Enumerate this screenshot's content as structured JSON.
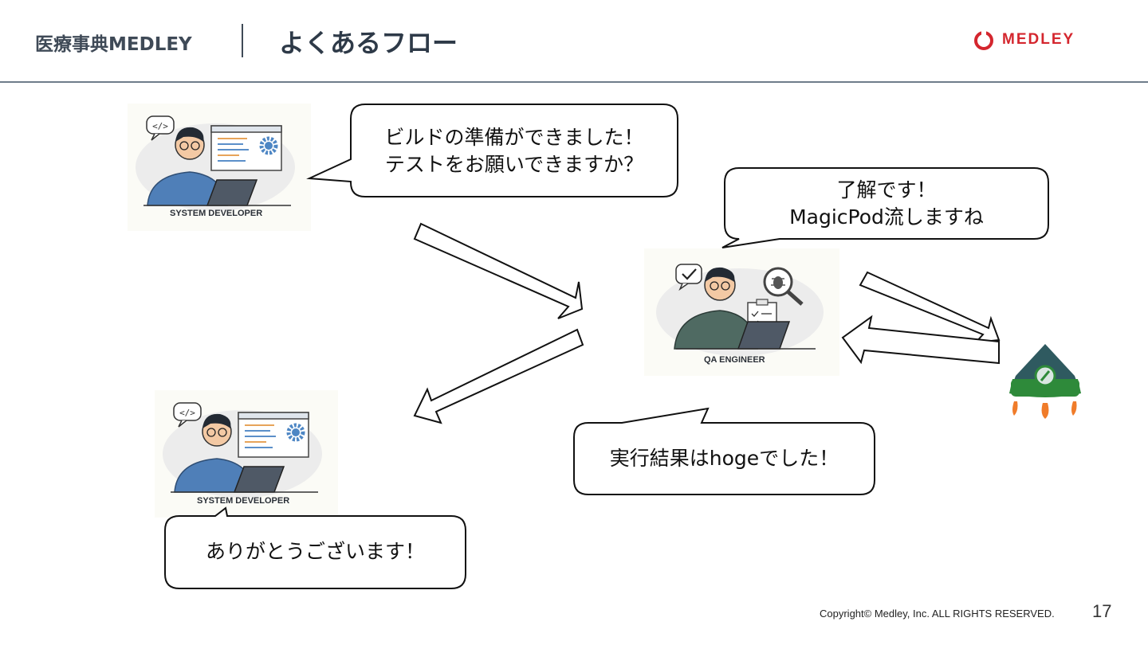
{
  "header": {
    "product_name": "医療事典MEDLEY",
    "slide_title": "よくあるフロー",
    "logo_text": "MEDLEY"
  },
  "roles": {
    "developer_top": "SYSTEM DEVELOPER",
    "developer_bottom": "SYSTEM DEVELOPER",
    "qa": "QA ENGINEER"
  },
  "bubbles": {
    "build_ready": {
      "line1": "ビルドの準備ができました！",
      "line2": "テストをお願いできますか？"
    },
    "acknowledge": {
      "line1": "了解です！",
      "line2": "MagicPod流しますね"
    },
    "result": "実行結果はhogeでした！",
    "thanks": "ありがとうございます！"
  },
  "colors": {
    "brand_red": "#d4262e",
    "header_text": "#3f4a57",
    "rocket_green": "#2e8a3a",
    "rocket_top": "#2f5a60",
    "flame": "#f07c2a"
  },
  "footer": {
    "copyright": "Copyright© Medley, Inc. ALL RIGHTS RESERVED.",
    "page_number": "17"
  }
}
